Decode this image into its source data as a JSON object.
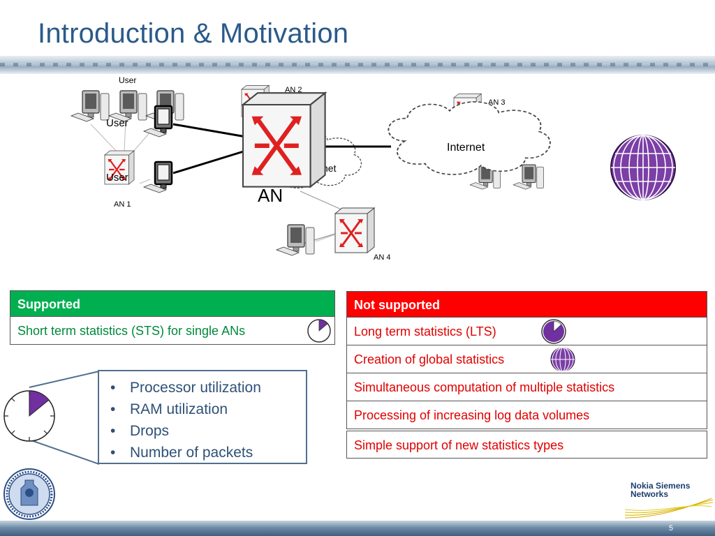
{
  "slide": {
    "title": "Introduction & Motivation",
    "page_number": "5"
  },
  "diagram": {
    "user_top": "User",
    "user_mid": "User",
    "user_low": "User",
    "an1": "AN 1",
    "an2": "AN 2",
    "an3": "AN 3",
    "an4": "AN 4",
    "an_center": "AN",
    "internet": "Internet",
    "internet_partial": "net"
  },
  "supported": {
    "header": "Supported",
    "rows": [
      "Short term statistics (STS) for single ANs"
    ]
  },
  "not_supported": {
    "header": "Not supported",
    "rows": [
      "Long term statistics (LTS)",
      "Creation of global statistics",
      "Simultaneous computation of multiple statistics",
      "Processing of increasing log data volumes",
      "Simple support of new statistics types"
    ]
  },
  "callout": {
    "items": [
      "Processor utilization",
      "RAM utilization",
      "Drops",
      "Number of packets"
    ]
  },
  "logo": {
    "company": "Nokia Siemens Networks",
    "company_line1": "Nokia Siemens",
    "company_line2": "Networks"
  },
  "colors": {
    "title": "#2a5a8a",
    "supported_header": "#00b050",
    "not_supported_header": "#ff0000",
    "globe": "#7b3fa6",
    "router_arrows": "#e02020"
  },
  "icons": [
    "computer-icon",
    "router-icon",
    "cloud-icon",
    "globe-icon",
    "clock-icon",
    "university-seal-icon",
    "nsn-logo-icon"
  ]
}
